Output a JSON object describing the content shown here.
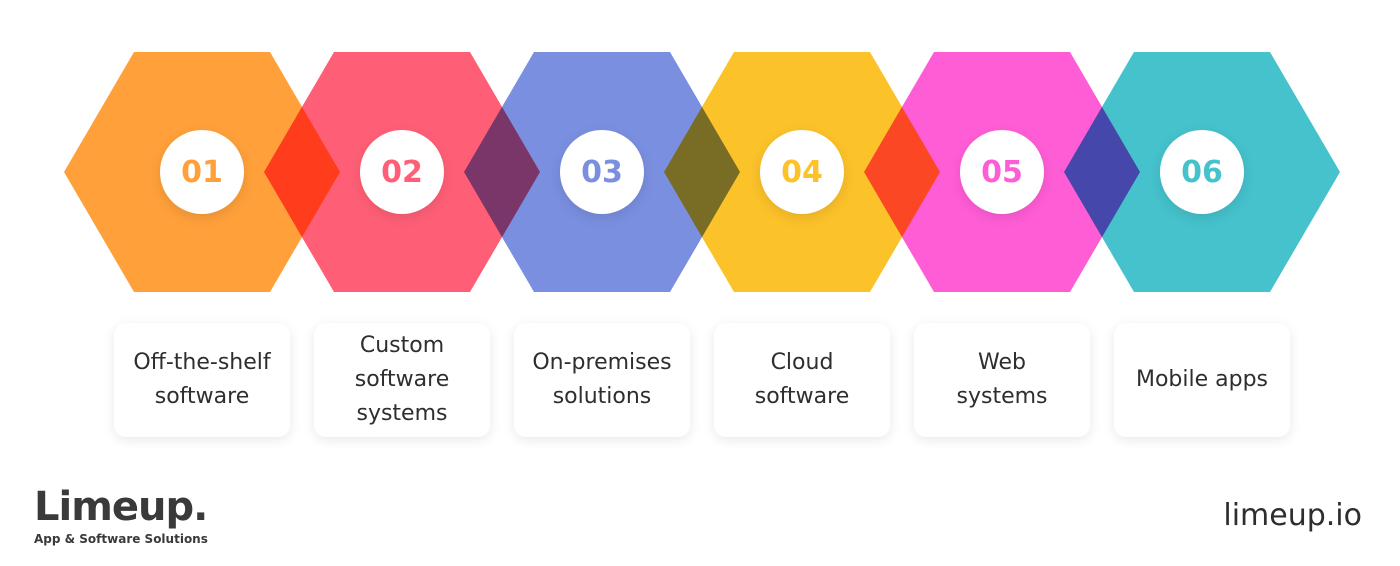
{
  "steps": [
    {
      "number": "01",
      "label": "Off-the-shelf\nsoftware",
      "color": "#FFA03A"
    },
    {
      "number": "02",
      "label": "Custom\nsoftware\nsystems",
      "color": "#FF5F76"
    },
    {
      "number": "03",
      "label": "On-premises\nsolutions",
      "color": "#7A8FE0"
    },
    {
      "number": "04",
      "label": "Cloud\nsoftware",
      "color": "#FCC22A"
    },
    {
      "number": "05",
      "label": "Web\nsystems",
      "color": "#FF5DD6"
    },
    {
      "number": "06",
      "label": "Mobile apps",
      "color": "#45C2CC"
    }
  ],
  "brand": {
    "name": "Limeup.",
    "tagline": "App & Software Solutions"
  },
  "site_url": "limeup.io"
}
